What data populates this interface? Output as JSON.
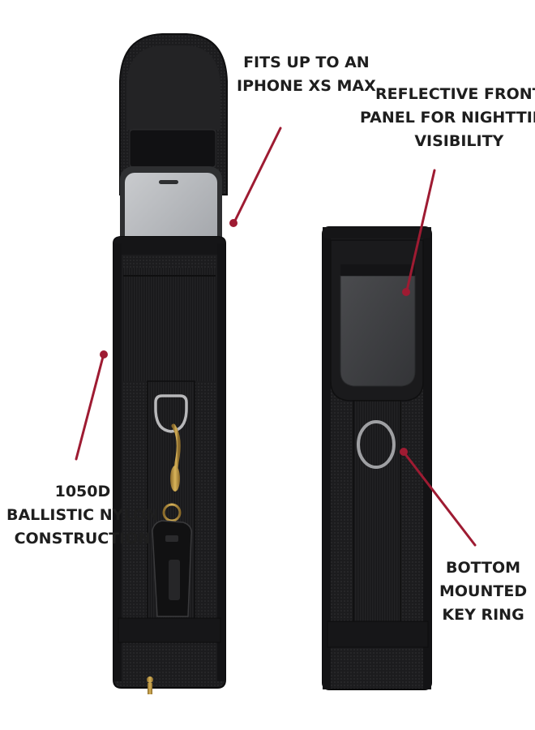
{
  "captions": {
    "fits": [
      "FITS UP TO AN",
      "IPHONE XS MAX"
    ],
    "reflective": [
      "REFLECTIVE FRONT",
      "PANEL FOR NIGHTTIME",
      "VISIBILITY"
    ],
    "nylon": [
      "1050D",
      "BALLISTIC NYLON",
      "CONSTRUCTION"
    ],
    "keyring": [
      "BOTTOM",
      "MOUNTED",
      "KEY RING"
    ]
  },
  "colors": {
    "accent": "#9e1b32",
    "nylon": "#1b1b1d",
    "text": "#1e1e1e"
  }
}
